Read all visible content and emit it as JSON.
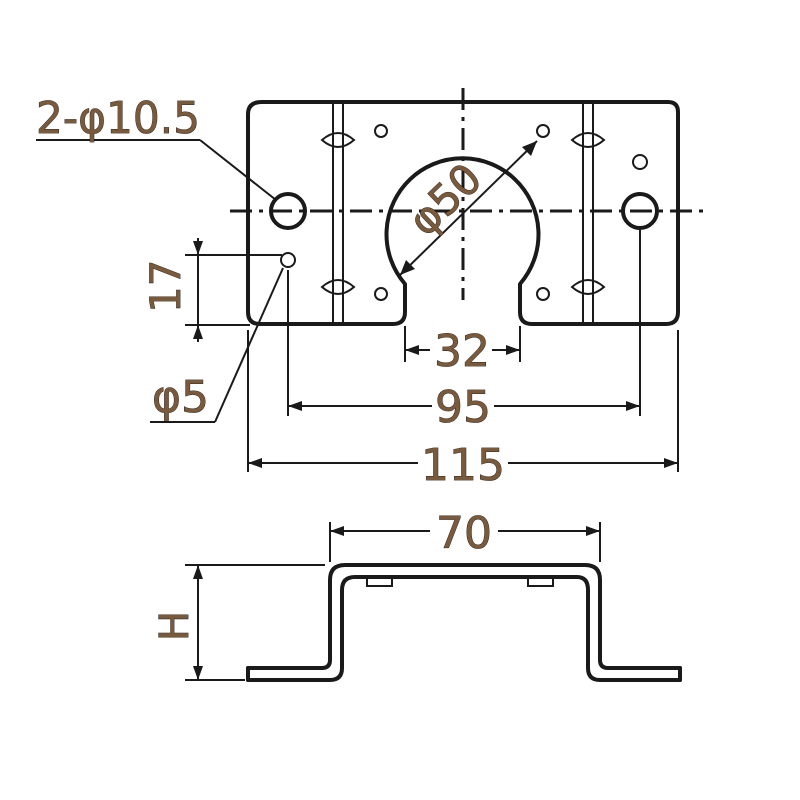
{
  "labels": {
    "holes_large": "2-φ10.5",
    "hole_small": "φ5",
    "pipe_diameter": "φ50",
    "opening_width": "32",
    "hole_pitch": "95",
    "overall_width": "115",
    "bend_width": "70",
    "height": "H",
    "small_hole_offset": "17"
  },
  "colors": {
    "line": "#1a1a1a",
    "dimension_text": "#7a5a3a"
  }
}
